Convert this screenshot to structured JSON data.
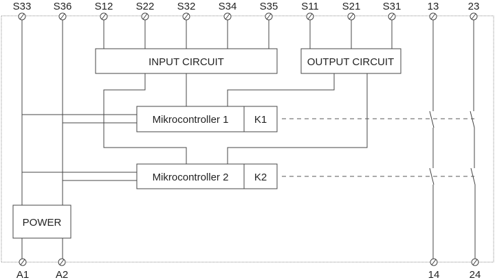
{
  "top_terminals": [
    "S33",
    "S36",
    "S12",
    "S22",
    "S32",
    "S34",
    "S35",
    "S11",
    "S21",
    "S31",
    "13",
    "23"
  ],
  "bottom_terminals": [
    "A1",
    "A2",
    "14",
    "24"
  ],
  "blocks": {
    "input_circuit": "INPUT CIRCUIT",
    "output_circuit": "OUTPUT CIRCUIT",
    "mikrocontroller_1": "Mikrocontroller 1",
    "mikrocontroller_2": "Mikrocontroller 2",
    "relay_1": "K1",
    "relay_2": "K2",
    "power": "POWER"
  }
}
